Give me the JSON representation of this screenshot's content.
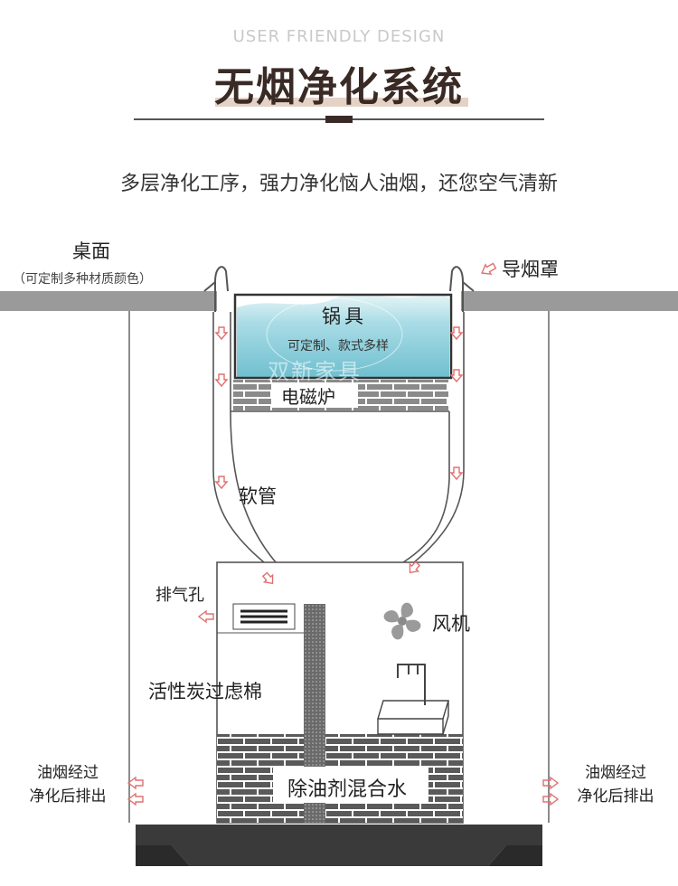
{
  "header": {
    "subtitle_en": "USER FRIENDLY DESIGN",
    "title": "无烟净化系统",
    "tagline": "多层净化工序，强力净化恼人油烟，还您空气清新"
  },
  "labels": {
    "tabletop": "桌面",
    "tabletop_note": "（可定制多种材质颜色）",
    "hood": "导烟罩",
    "pot": "锅具",
    "pot_note": "可定制、款式多样",
    "watermark": "双新家具",
    "induction": "电磁炉",
    "hose": "软管",
    "exhaust": "排气孔",
    "fan": "风机",
    "filter": "活性炭过虑棉",
    "water": "除油剂混合水",
    "left_out_1": "油烟经过",
    "left_out_2": "净化后排出",
    "right_out_1": "油烟经过",
    "right_out_2": "净化后排出"
  },
  "icons": {
    "flow_arrow": "hollow-arrow-icon",
    "fan": "fan-icon",
    "vent": "vent-grille-icon"
  },
  "colors": {
    "title": "#3a2a25",
    "line": "#555555",
    "arrow": "#e07070",
    "water_top": "#bfe4ea",
    "water_bottom": "#7fc6d3",
    "brick": "#5a5a5a",
    "table": "#9a9a9a",
    "base": "#3a3a3a"
  }
}
